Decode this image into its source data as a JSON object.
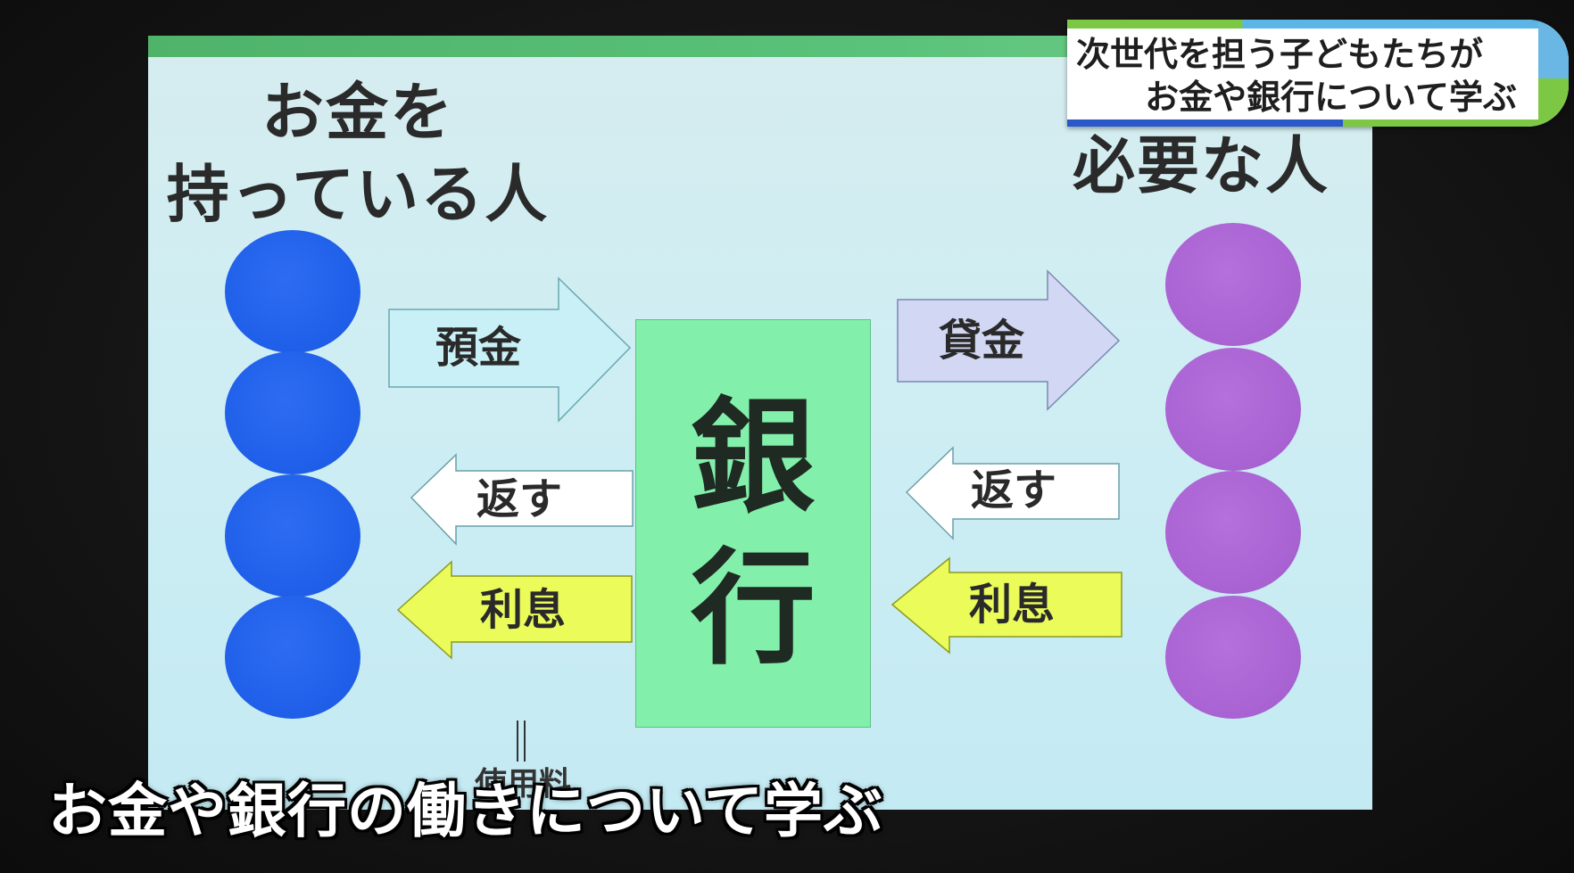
{
  "slide": {
    "heading_left": [
      "お金を",
      "持っている人"
    ],
    "heading_right": [
      "必要な人"
    ],
    "bank_label": [
      "銀",
      "行"
    ],
    "arrows": {
      "deposit": "預金",
      "return_left": "返す",
      "interest_left": "利息",
      "loan": "貸金",
      "return_right": "返す",
      "interest_right": "利息"
    },
    "usage_fee": "使用料",
    "colors": {
      "depositor_circle": "#1f5ee8",
      "borrower_circle": "#a862d2",
      "bank_box": "#82f0ab",
      "deposit_arrow": "#c8f0f6",
      "loan_arrow": "#d2d8f4",
      "interest_arrow": "#eafb5a"
    }
  },
  "news_title": {
    "line1": "次世代を担う子どもたちが",
    "line2": "お金や銀行について学ぶ"
  },
  "subtitle": "お金や銀行の働きについて学ぶ"
}
